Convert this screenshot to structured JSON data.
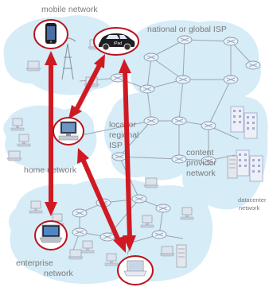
{
  "labels": {
    "mobile_network": "mobile network",
    "national_isp": "national or global ISP",
    "local_isp_1": "local or",
    "local_isp_2": "regional",
    "local_isp_3": "ISP",
    "home_network": "home network",
    "content_1": "content",
    "content_2": "provider",
    "content_3": "network",
    "datacenter_1": "datacenter",
    "datacenter_2": "network",
    "enterprise_1": "enterprise",
    "enterprise_2": "network"
  },
  "colors": {
    "cloud": "#d6ecf7",
    "link": "#9aa5b1",
    "router_fill": "#e9f2fb",
    "router_stroke": "#8a98a8",
    "highlight": "#b8141c",
    "arrow": "#d01a23",
    "building": "#a4acd0"
  },
  "icons": {
    "phone": "phone-icon",
    "car": "car-icon",
    "laptop": "laptop-icon",
    "router": "router-icon",
    "server": "server-icon",
    "tower": "cell-tower-icon"
  }
}
